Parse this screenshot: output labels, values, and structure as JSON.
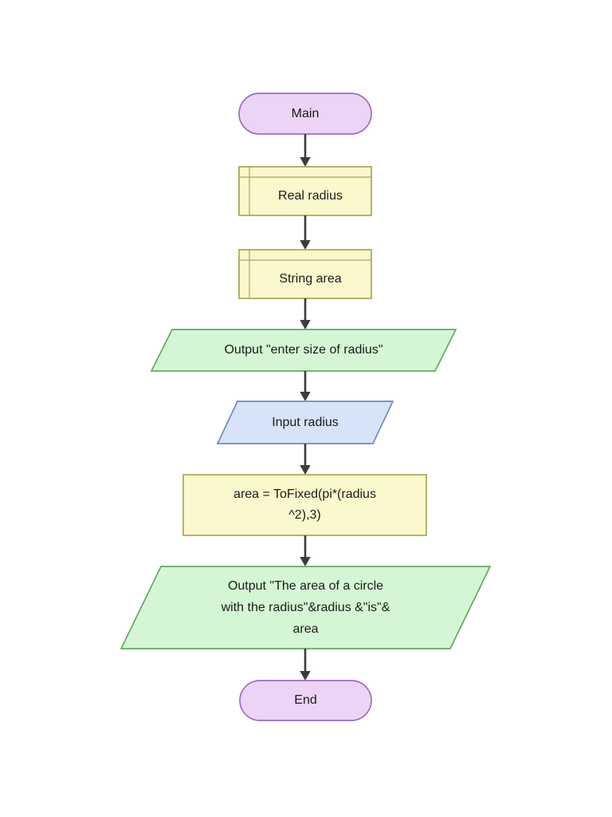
{
  "flowchart": {
    "nodes": [
      {
        "id": "main",
        "type": "terminal",
        "label": "Main"
      },
      {
        "id": "declare-radius",
        "type": "declare",
        "label": "Real radius"
      },
      {
        "id": "declare-area",
        "type": "declare",
        "label": "String area"
      },
      {
        "id": "output-prompt",
        "type": "output",
        "label": "Output \"enter size of radius\""
      },
      {
        "id": "input-radius",
        "type": "input",
        "label": "Input radius"
      },
      {
        "id": "assign-area",
        "type": "process",
        "lines": [
          "area = ToFixed(pi*(radius",
          "^2),3)"
        ]
      },
      {
        "id": "output-result",
        "type": "output",
        "lines": [
          "Output \"The area of a circle",
          "with the radius\"&radius &\"is\"&",
          "area"
        ]
      },
      {
        "id": "end",
        "type": "terminal",
        "label": "End"
      }
    ],
    "colors": {
      "page_background": "#FFFFFF",
      "terminal_fill": "#EBD4F6",
      "terminal_stroke": "#9E6CC0",
      "declare_fill": "#FAF8CC",
      "declare_stroke": "#ACA455",
      "process_fill": "#FAF8CC",
      "process_stroke": "#ACA455",
      "output_fill": "#D5F6D4",
      "output_stroke": "#66A668",
      "input_fill": "#D7E3F8",
      "input_stroke": "#7389BE",
      "arrow": "#3C3C3C",
      "text": "#1B1B1B"
    }
  }
}
